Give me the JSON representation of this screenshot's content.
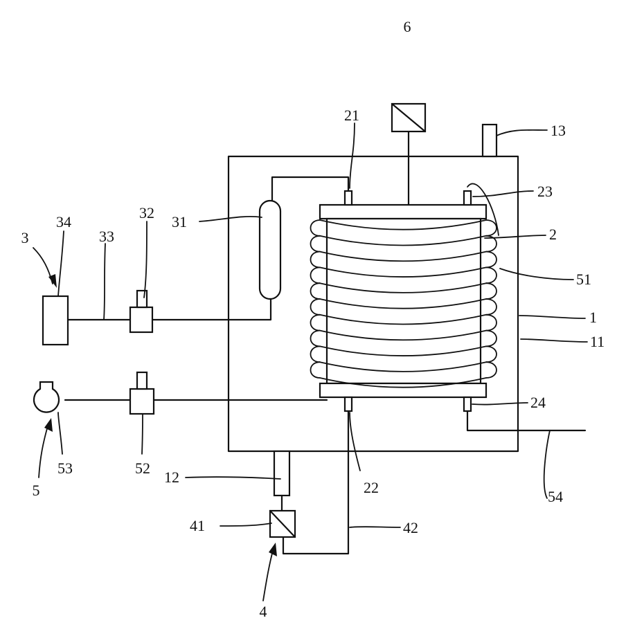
{
  "labels": {
    "l1": "1",
    "l2": "2",
    "l3": "3",
    "l4": "4",
    "l5": "5",
    "l6": "6",
    "l11": "11",
    "l12": "12",
    "l13": "13",
    "l21": "21",
    "l22": "22",
    "l23": "23",
    "l24": "24",
    "l31": "31",
    "l32": "32",
    "l33": "33",
    "l34": "34",
    "l41": "41",
    "l42": "42",
    "l51": "51",
    "l52": "52",
    "l53": "53",
    "l54": "54"
  }
}
